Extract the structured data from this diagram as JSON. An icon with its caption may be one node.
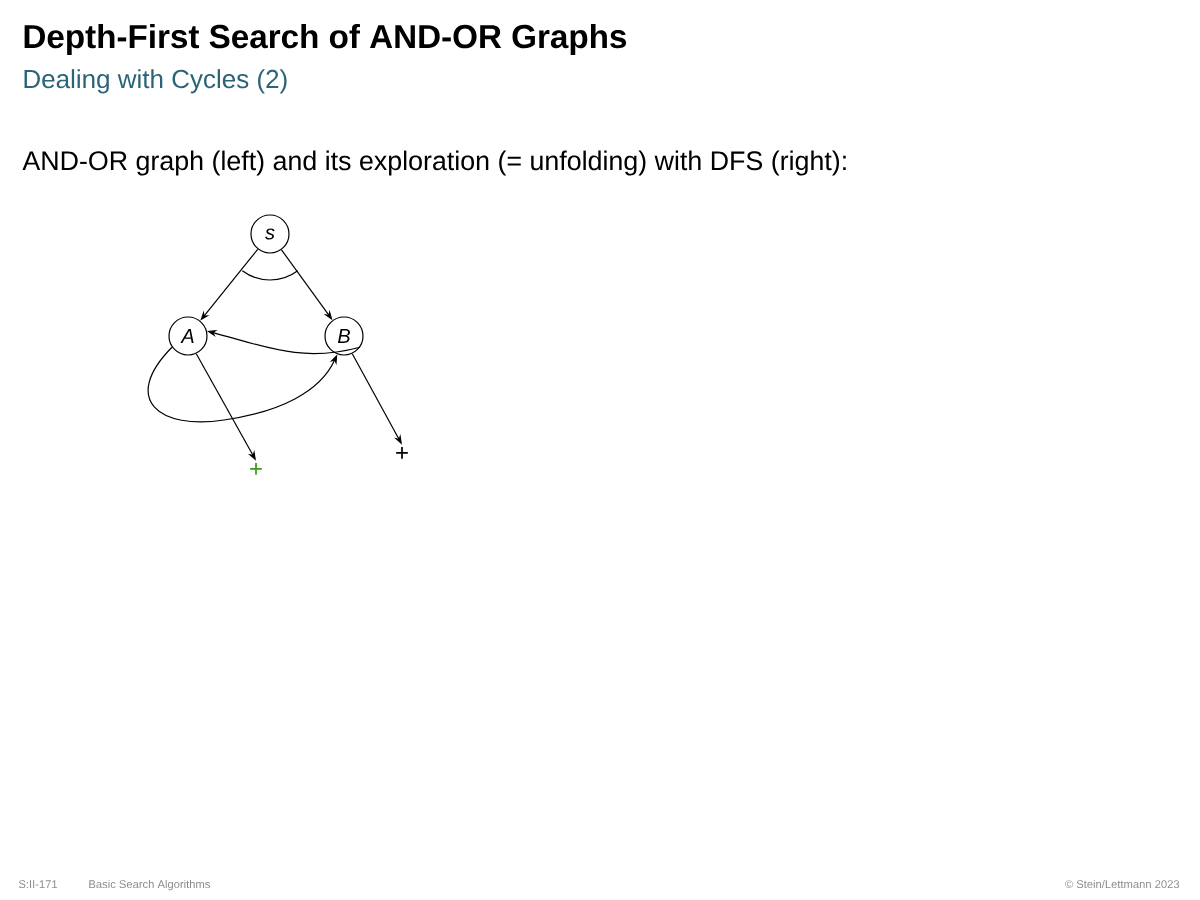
{
  "diagram": {
    "title": "Depth-First Search of AND-OR Graphs",
    "nodes": [
      {
        "text": [
          "s"
        ]
      },
      {
        "text": [
          "A"
        ]
      },
      {
        "text": [
          "B"
        ]
      },
      {
        "text": [
          "+"
        ]
      },
      {
        "text": [
          "+"
        ]
      }
    ],
    "edges": [
      {
        "from": 0,
        "to": 1,
        "arrow": "to"
      },
      {
        "from": 0,
        "to": 2,
        "arrow": "to"
      },
      {
        "from": 2,
        "to": 1,
        "arrow": "to"
      },
      {
        "from": 1,
        "to": 2,
        "arrow": "to"
      },
      {
        "from": 1,
        "to": 3,
        "arrow": "to"
      },
      {
        "from": 2,
        "to": 4,
        "arrow": "to"
      }
    ],
    "labels": [
      "Dealing with Cycles (2)",
      "AND-OR graph (left) and its exploration (= unfolding) with DFS (right):",
      "S:II-171",
      "Basic Search Algorithms",
      "© Stein/Lettmann 2023"
    ]
  }
}
